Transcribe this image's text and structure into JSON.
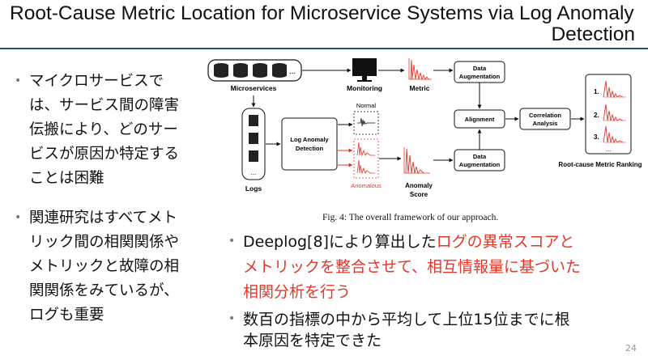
{
  "title": {
    "line1": "Root-Cause Metric Location for Microservice Systems via Log Anomaly",
    "line2": "Detection"
  },
  "left_bullets": [
    {
      "lines": [
        "マイクロサービスで",
        "は、サービス間の障害",
        "伝搬により、どのサー",
        "ビスが原因か特定する",
        "ことは困難"
      ]
    },
    {
      "lines": [
        "関連研究はすべてメト",
        "リック間の相関関係や",
        "メトリックと故障の相",
        "関関係をみているが、",
        "ログも重要"
      ]
    }
  ],
  "right_bullets": {
    "b1_prefix": "Deeplog[8]により算出した",
    "b1_red1": "ログの異常スコアと",
    "b1_red2": "メトリックを整合させて、相互情報量に基づいた",
    "b1_red3": "相関分析を行う",
    "b2_line1": "数百の指標の中から平均して上位15位までに根",
    "b2_line2": "本原因を特定できた"
  },
  "diagram": {
    "microservices": "Microservices",
    "monitoring": "Monitoring",
    "metric": "Metric",
    "data_aug_top_1": "Data",
    "data_aug_top_2": "Augmentation",
    "data_aug_bot_1": "Data",
    "data_aug_bot_2": "Augmentation",
    "alignment": "Alignment",
    "correlation_1": "Correlation",
    "correlation_2": "Analysis",
    "log_anomaly_1": "Log Anomaly",
    "log_anomaly_2": "Detection",
    "logs": "Logs",
    "normal": "Normal",
    "anomalous": "Anomalous",
    "anomaly_score_1": "Anomaly",
    "anomaly_score_2": "Score",
    "ranking": "Root-cause Metric Ranking",
    "rank_items": [
      "1.",
      "2.",
      "3."
    ],
    "ellipsis": "..."
  },
  "caption": "Fig. 4: The overall framework of our approach.",
  "page_number": "24",
  "colors": {
    "accent": "#e0392b",
    "rule": "#1f4e79"
  }
}
